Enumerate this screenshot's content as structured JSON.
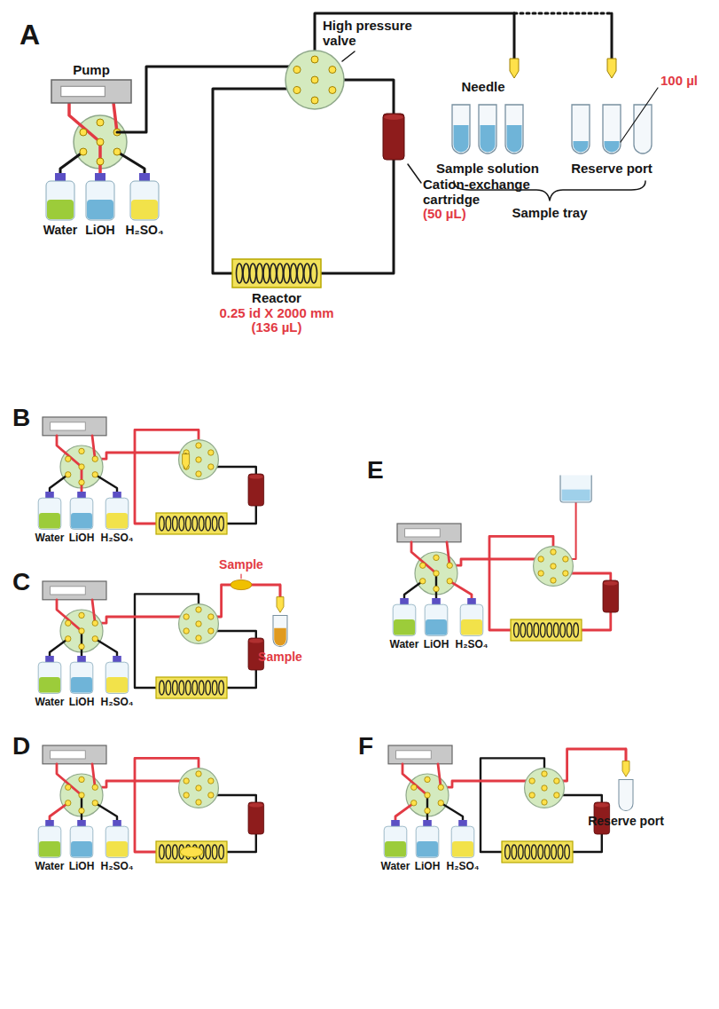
{
  "diagram": {
    "nodes": [
      {
        "text": [
          "Pump"
        ]
      },
      {
        "text": [
          "High pressure valve"
        ]
      },
      {
        "text": [
          "Cation-exchange cartridge",
          "(50 µL)"
        ]
      },
      {
        "text": [
          "Reactor",
          "0.25 id X 2000 mm (136 µL)"
        ]
      }
    ],
    "edges": [
      {
        "from": 1,
        "to": 2,
        "arrow": "none"
      },
      {
        "from": 2,
        "to": 3,
        "arrow": "none"
      },
      {
        "from": 3,
        "to": 1,
        "arrow": "none"
      }
    ],
    "labels": [
      "A",
      "Needle",
      "100 µl",
      "Sample solution",
      "Reserve port",
      "Sample tray",
      "Water",
      "LiOH",
      "H₂SO₄",
      "B",
      "Water",
      "LiOH",
      "H₂SO₄",
      "C",
      "Sample",
      "Sample",
      "Water",
      "LiOH",
      "H₂SO₄",
      "D",
      "Water",
      "LiOH",
      "H₂SO₄",
      "E",
      "Water",
      "LiOH",
      "H₂SO₄",
      "F",
      "Reserve port",
      "Water",
      "LiOH",
      "H₂SO₄"
    ]
  }
}
